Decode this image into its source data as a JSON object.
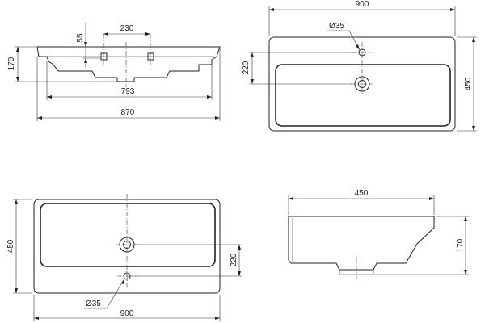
{
  "views": {
    "front": {
      "top_width": "230",
      "tap_height": "55",
      "height": "170",
      "inner_width": "793",
      "overall_width": "870"
    },
    "top": {
      "overall_width": "900",
      "hole_diameter": "Ø35",
      "drain_offset": "220",
      "depth": "450"
    },
    "bottom": {
      "depth": "450",
      "drain_offset": "220",
      "hole_diameter": "Ø35",
      "overall_width": "900"
    },
    "side": {
      "depth": "450",
      "height": "170"
    }
  }
}
